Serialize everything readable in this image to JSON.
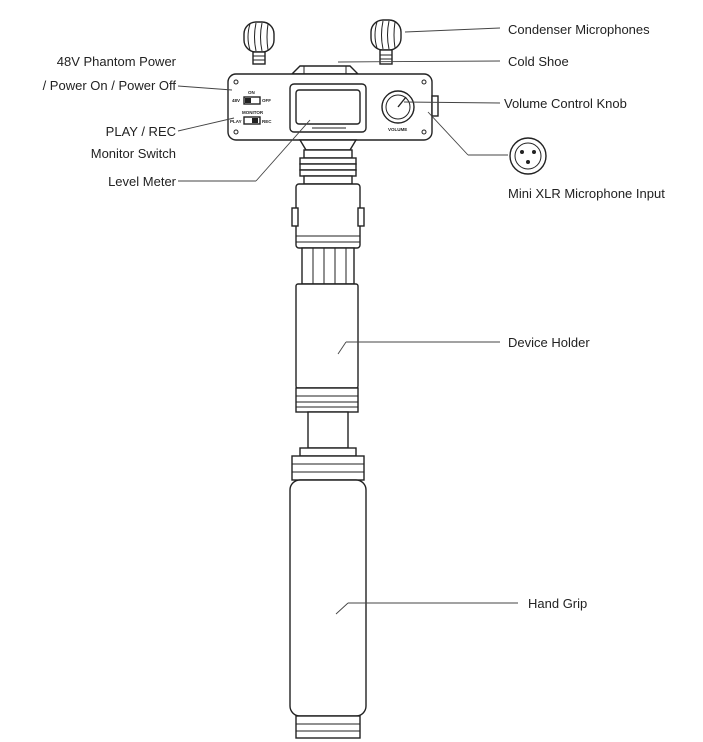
{
  "labels": {
    "condenser_microphones": "Condenser Microphones",
    "cold_shoe": "Cold Shoe",
    "phantom_line1": "48V Phantom Power",
    "phantom_line2": "/ Power On / Power Off",
    "volume_control_knob": "Volume Control Knob",
    "play_rec_line1": "PLAY / REC",
    "play_rec_line2": "Monitor Switch",
    "mini_xlr_input": "Mini XLR Microphone Input",
    "level_meter": "Level Meter",
    "device_holder": "Device Holder",
    "hand_grip": "Hand Grip"
  },
  "device_markings": {
    "on": "ON",
    "v48": "48V",
    "off": "OFF",
    "monitor": "MONITOR",
    "play": "PLAY",
    "rec": "REC",
    "volume": "VOLUME"
  }
}
